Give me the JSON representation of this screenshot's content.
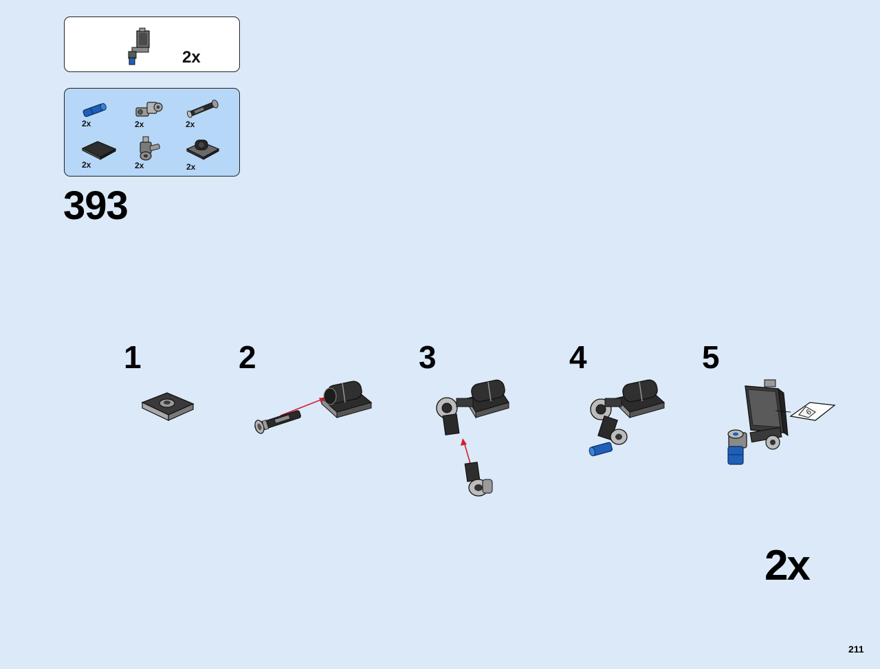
{
  "submodel": {
    "quantity": "2x"
  },
  "parts_list": {
    "items": [
      {
        "icon": "blue-pin-icon",
        "qty": "2x",
        "color": "#1f5fb8"
      },
      {
        "icon": "angle-connector-icon",
        "qty": "2x",
        "color": "#8a8a8a"
      },
      {
        "icon": "axle-pin-icon",
        "qty": "2x",
        "color": "#2a2a2a"
      },
      {
        "icon": "black-tile-icon",
        "qty": "2x",
        "color": "#2a2a2a"
      },
      {
        "icon": "pin-connector-icon",
        "qty": "2x",
        "color": "#7a7a7a"
      },
      {
        "icon": "hinge-plate-icon",
        "qty": "2x",
        "color": "#2a2a2a"
      }
    ]
  },
  "step": {
    "number": "393"
  },
  "sub_steps": [
    {
      "number": "1"
    },
    {
      "number": "2"
    },
    {
      "number": "3"
    },
    {
      "number": "4"
    },
    {
      "number": "5"
    }
  ],
  "sticker": {
    "number": "6"
  },
  "multiplier": "2x",
  "page_number": "211",
  "colors": {
    "background": "#dce9f8",
    "parts_box": "#b6d7f7",
    "arrow": "#d0202a",
    "accent_blue": "#1f5fb8"
  }
}
